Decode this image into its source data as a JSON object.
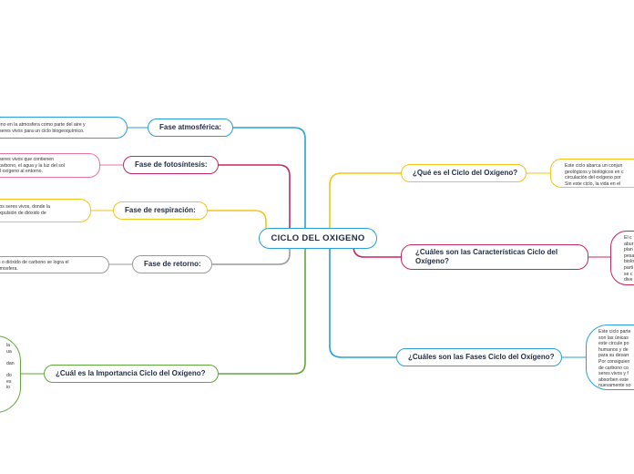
{
  "colors": {
    "blue": "#2b9fd9",
    "red": "#c8255e",
    "yellow": "#f2c518",
    "grey": "#9a9a9a",
    "green": "#62a73b",
    "pink": "#e9749a",
    "text": "#1f2a44"
  },
  "center": {
    "label": "CICLO DEL OXIGENO"
  },
  "left_topics": [
    {
      "label": "Fase atmosférica:",
      "note": "xígeno en la atmosfera como parte del aire y\nlos seres vivos para un ciclo biogeoquímico."
    },
    {
      "label": "Fase de fotosíntesis:",
      "note": "los seres vivos que contienen\nde carbono, el agua y la luz del sol\nar el oxígeno al entorno."
    },
    {
      "label": "Fase de respiración:",
      "note": "de los seres vivos, donde la\nla expulsión de dióxido de"
    },
    {
      "label": "Fase de retorno:",
      "note": "ción o dióxido de carbono se logra el\na atmosfera."
    },
    {
      "label": "¿Cuál es la Importancia Ciclo del Oxígeno?",
      "note": "la\nua\n\ndan\n\ndo\nes\nio"
    }
  ],
  "right_topics": [
    {
      "label": "¿Qué es el Ciclo del Oxígeno?",
      "note": "Este ciclo abarca un conjun\ngeológicos y biológicos en c\ncirculación del oxígeno por\nSin este ciclo, la vida en el"
    },
    {
      "label": "¿Cuáles son las Características Ciclo del Oxígeno?",
      "note": "El c\nabur\nplan\npesa\nbiolo\nparti\nse c\ndive"
    },
    {
      "label": "¿Cuáles son las Fases Ciclo del Oxígeno?",
      "note": "Este ciclo parte\nson las únicas\neste circule po\nhumanos y de\npara su desarr\nPor consiguien\nde carbono co\nseres vivos y f\nabsorben este\nnuevamente so"
    }
  ]
}
